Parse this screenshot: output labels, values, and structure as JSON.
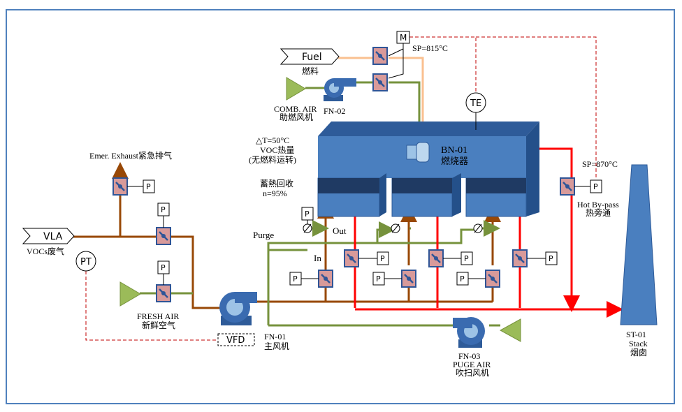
{
  "colors": {
    "frame": "#4f81bd",
    "chamber_top": "#2e5b99",
    "chamber_front": "#4a7fbf",
    "bed_dark": "#1f3a63",
    "valve_fill": "#d89a9a",
    "valve_border": "#2f5597",
    "fan_body": "#3a6bb0",
    "green_line": "#76923c",
    "brown_line": "#984806",
    "red_line": "#ff0000",
    "fuel_line": "#fac090",
    "signal_dash": "#c00000",
    "stack": "#4a7fbf"
  },
  "labels": {
    "vla": "VLA",
    "vocs": "VOCs废气",
    "emer_exhaust": "Emer. Exhaust紧急排气",
    "pt": "PT",
    "fresh_air": "FRESH AIR",
    "fresh_air_cn": "新鲜空气",
    "vfd": "VFD",
    "fn01": "FN-01",
    "fn01_cn": "主风机",
    "fuel": "Fuel",
    "fuel_cn": "燃料",
    "m": "M",
    "sp815": "SP=815°C",
    "comb_air": "COMB. AIR",
    "comb_air_cn": "助燃风机",
    "fn02": "FN-02",
    "te": "TE",
    "bn01": "BN-01",
    "bn01_cn": "燃烧器",
    "dt": "△T=50°C",
    "voc_heat": "VOC热量",
    "no_fuel": "(无燃料运转)",
    "heat_recovery": "蓄熱回收",
    "eta": "n=95%",
    "purge": "Purge",
    "out": "Out",
    "in": "In",
    "p": "P",
    "sp870": "SP=870°C",
    "hot_bypass": "Hot By-pass",
    "hot_bypass_cn": "热旁通",
    "st01": "ST-01",
    "stack": "Stack",
    "stack_cn": "烟囱",
    "fn03": "FN-03",
    "puge_air": "PUGE AIR",
    "puge_air_cn": "吹扫风机"
  }
}
